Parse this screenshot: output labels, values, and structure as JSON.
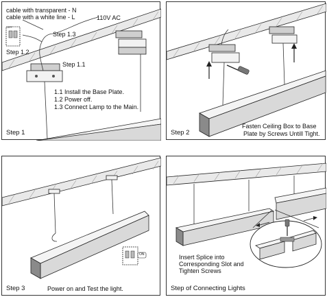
{
  "panels": {
    "step1": {
      "label": "Step 1",
      "callout_wire": "cable with transparent - N",
      "callout_wire2": "cable with a white line - L",
      "callout_ac": "110V AC",
      "step_1_2": "Step 1.2",
      "step_1_3": "Step 1.3",
      "step_1_1": "Step 1.1",
      "instructions": [
        "1.1 Install the Base Plate.",
        "1.2 Power off.",
        "1.3 Connect Lamp to the Main."
      ],
      "breaker_state": "OFF"
    },
    "step2": {
      "label": "Step 2",
      "instructions": [
        "Fasten Ceiling Box to Base",
        "Plate by Screws Untill Tight."
      ]
    },
    "step3": {
      "label": "Step 3",
      "instruction": "Power on and Test the light.",
      "breaker_state": "ON"
    },
    "step4": {
      "label": "Step of  Connecting Lights",
      "instructions": [
        "Insert Splice into",
        "Corresponding Slot and",
        "Tighten Screws"
      ]
    }
  }
}
